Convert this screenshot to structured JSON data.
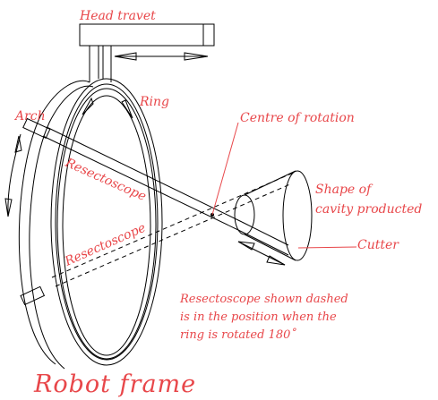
{
  "labels": {
    "head_travet": "Head travet",
    "ring": "Ring",
    "arch": "Arch",
    "centre_of_rotation": "Centre of rotation",
    "resectoscope_solid": "Resectoscope",
    "resectoscope_dashed": "Resectoscope",
    "shape_line1": "Shape of",
    "shape_line2": "cavity producted",
    "cutter": "Cutter",
    "note_line1": "Resectoscope shown dashed",
    "note_line2": "is in the position when the",
    "note_line3": "ring is rotated 180˚",
    "title": "Robot  frame"
  },
  "colors": {
    "label": "#e8474a",
    "line": "#000000"
  }
}
